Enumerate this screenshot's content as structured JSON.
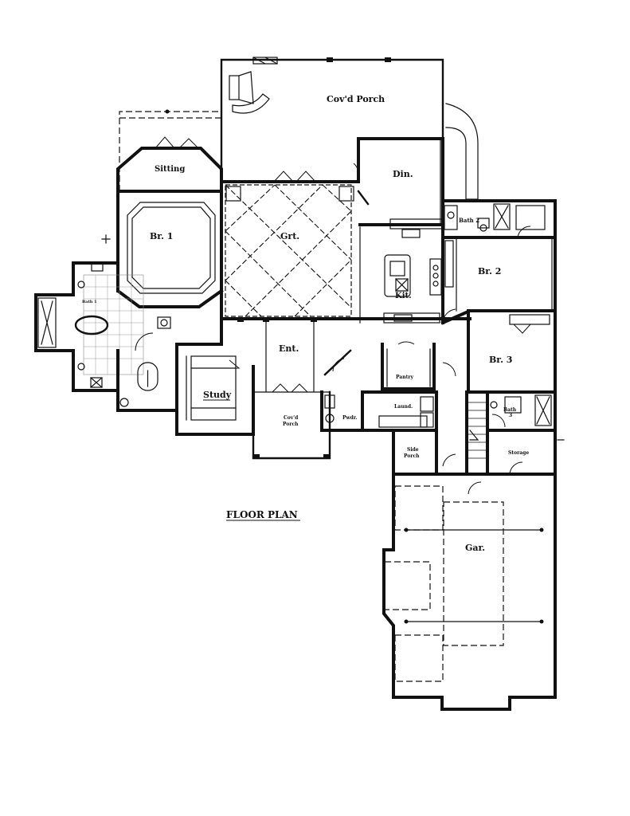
{
  "title": "FLOOR PLAN",
  "rooms": {
    "covd_porch": "Cov'd Porch",
    "sitting": "Sitting",
    "br1": "Br. 1",
    "grt": "Grt.",
    "din": "Din.",
    "kit": "Kit.",
    "bath2": "Bath 2",
    "br2": "Br. 2",
    "br3": "Br. 3",
    "bath1": "Bath 1",
    "ent": "Ent.",
    "pantry": "Pantry",
    "study": "Study",
    "covd_porch_front_1": "Cov'd",
    "covd_porch_front_2": "Porch",
    "pwdr": "Pwdr.",
    "laund": "Laund.",
    "side_porch_1": "Side",
    "side_porch_2": "Porch",
    "bath3_1": "Bath",
    "bath3_2": "3",
    "storage": "Storage",
    "gar": "Gar."
  }
}
